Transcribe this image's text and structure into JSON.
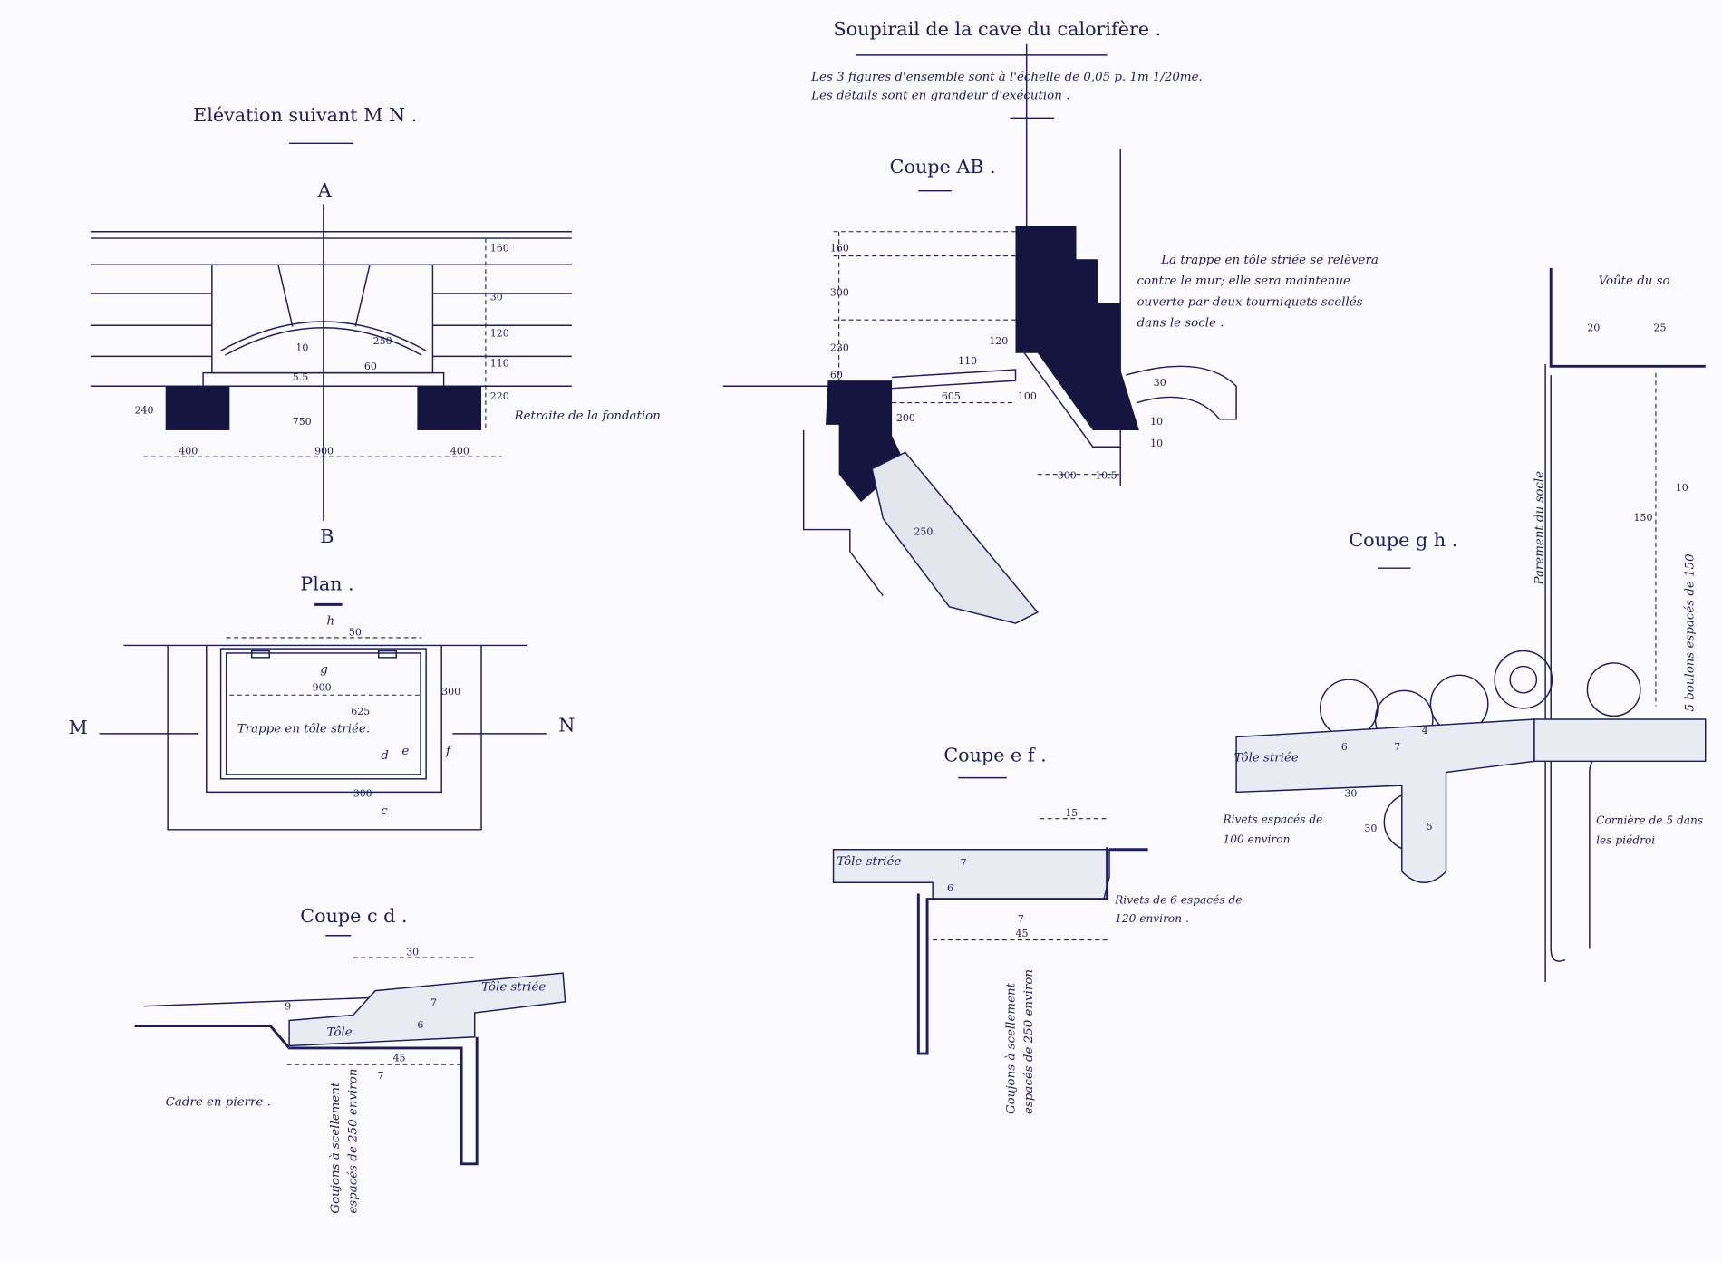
{
  "title": "Soupirail de la cave du calorifère .",
  "scale_note": [
    "Les 3 figures d'ensemble sont à l'échelle de 0,05 p. 1m 1/20me.",
    "Les détails sont en grandeur d'exécution ."
  ],
  "colors": {
    "ink": "#1c1c5e",
    "paper": "#fbfbff"
  },
  "elevation": {
    "title": "Elévation suivant M N .",
    "labels": {
      "a": "A",
      "b": "B"
    },
    "dims": [
      "160",
      "30",
      "120",
      "110",
      "220",
      "240",
      "400",
      "900",
      "400",
      "10",
      "250",
      "60",
      "5.5",
      "750"
    ],
    "note": "Retraite de la fondation"
  },
  "plan": {
    "title": "Plan .",
    "labels": {
      "m": "M",
      "n": "N",
      "c": "c",
      "d": "d",
      "e": "e",
      "f": "f",
      "g": "g",
      "h": "h"
    },
    "dims": [
      "900",
      "625",
      "300",
      "300",
      "50"
    ],
    "note": "Trappe en tôle striée."
  },
  "coupe_cd": {
    "title": "Coupe c d .",
    "dims": [
      "30",
      "9",
      "7",
      "6",
      "45",
      "7"
    ],
    "labels": [
      "Tôle striée",
      "Tôle",
      "Cadre en pierre ."
    ],
    "note": "Goujons à scellement espacés de 250 environ"
  },
  "coupe_ab": {
    "title": "Coupe AB .",
    "dims": [
      "160",
      "300",
      "230",
      "60",
      "110",
      "120",
      "605",
      "100",
      "200",
      "300",
      "10.5",
      "10",
      "10",
      "30",
      "250"
    ],
    "note": "La trappe en tôle striée se relèvera contre le mur; elle sera maintenue ouverte par deux tourniquets scellés dans le socle ."
  },
  "coupe_ef": {
    "title": "Coupe e f .",
    "dims": [
      "15",
      "7",
      "6",
      "7",
      "45"
    ],
    "labels": [
      "Tôle striée"
    ],
    "rivets_note": "Rivets de 6 espacés de 120 environ .",
    "goujons_note": "Goujons à scellement espacés de 250 environ"
  },
  "coupe_gh": {
    "title": "Coupe g h .",
    "dims": [
      "20",
      "25",
      "10",
      "6",
      "7",
      "4",
      "30",
      "30",
      "5",
      "150"
    ],
    "labels": [
      "Tôle striée",
      "Voûte du so",
      "Parement du socle",
      "5 boulons espacés de 150"
    ],
    "rivets_note": "Rivets espacés de 100 environ",
    "corniere_note": "Cornière de 5 dans les piédroi"
  }
}
